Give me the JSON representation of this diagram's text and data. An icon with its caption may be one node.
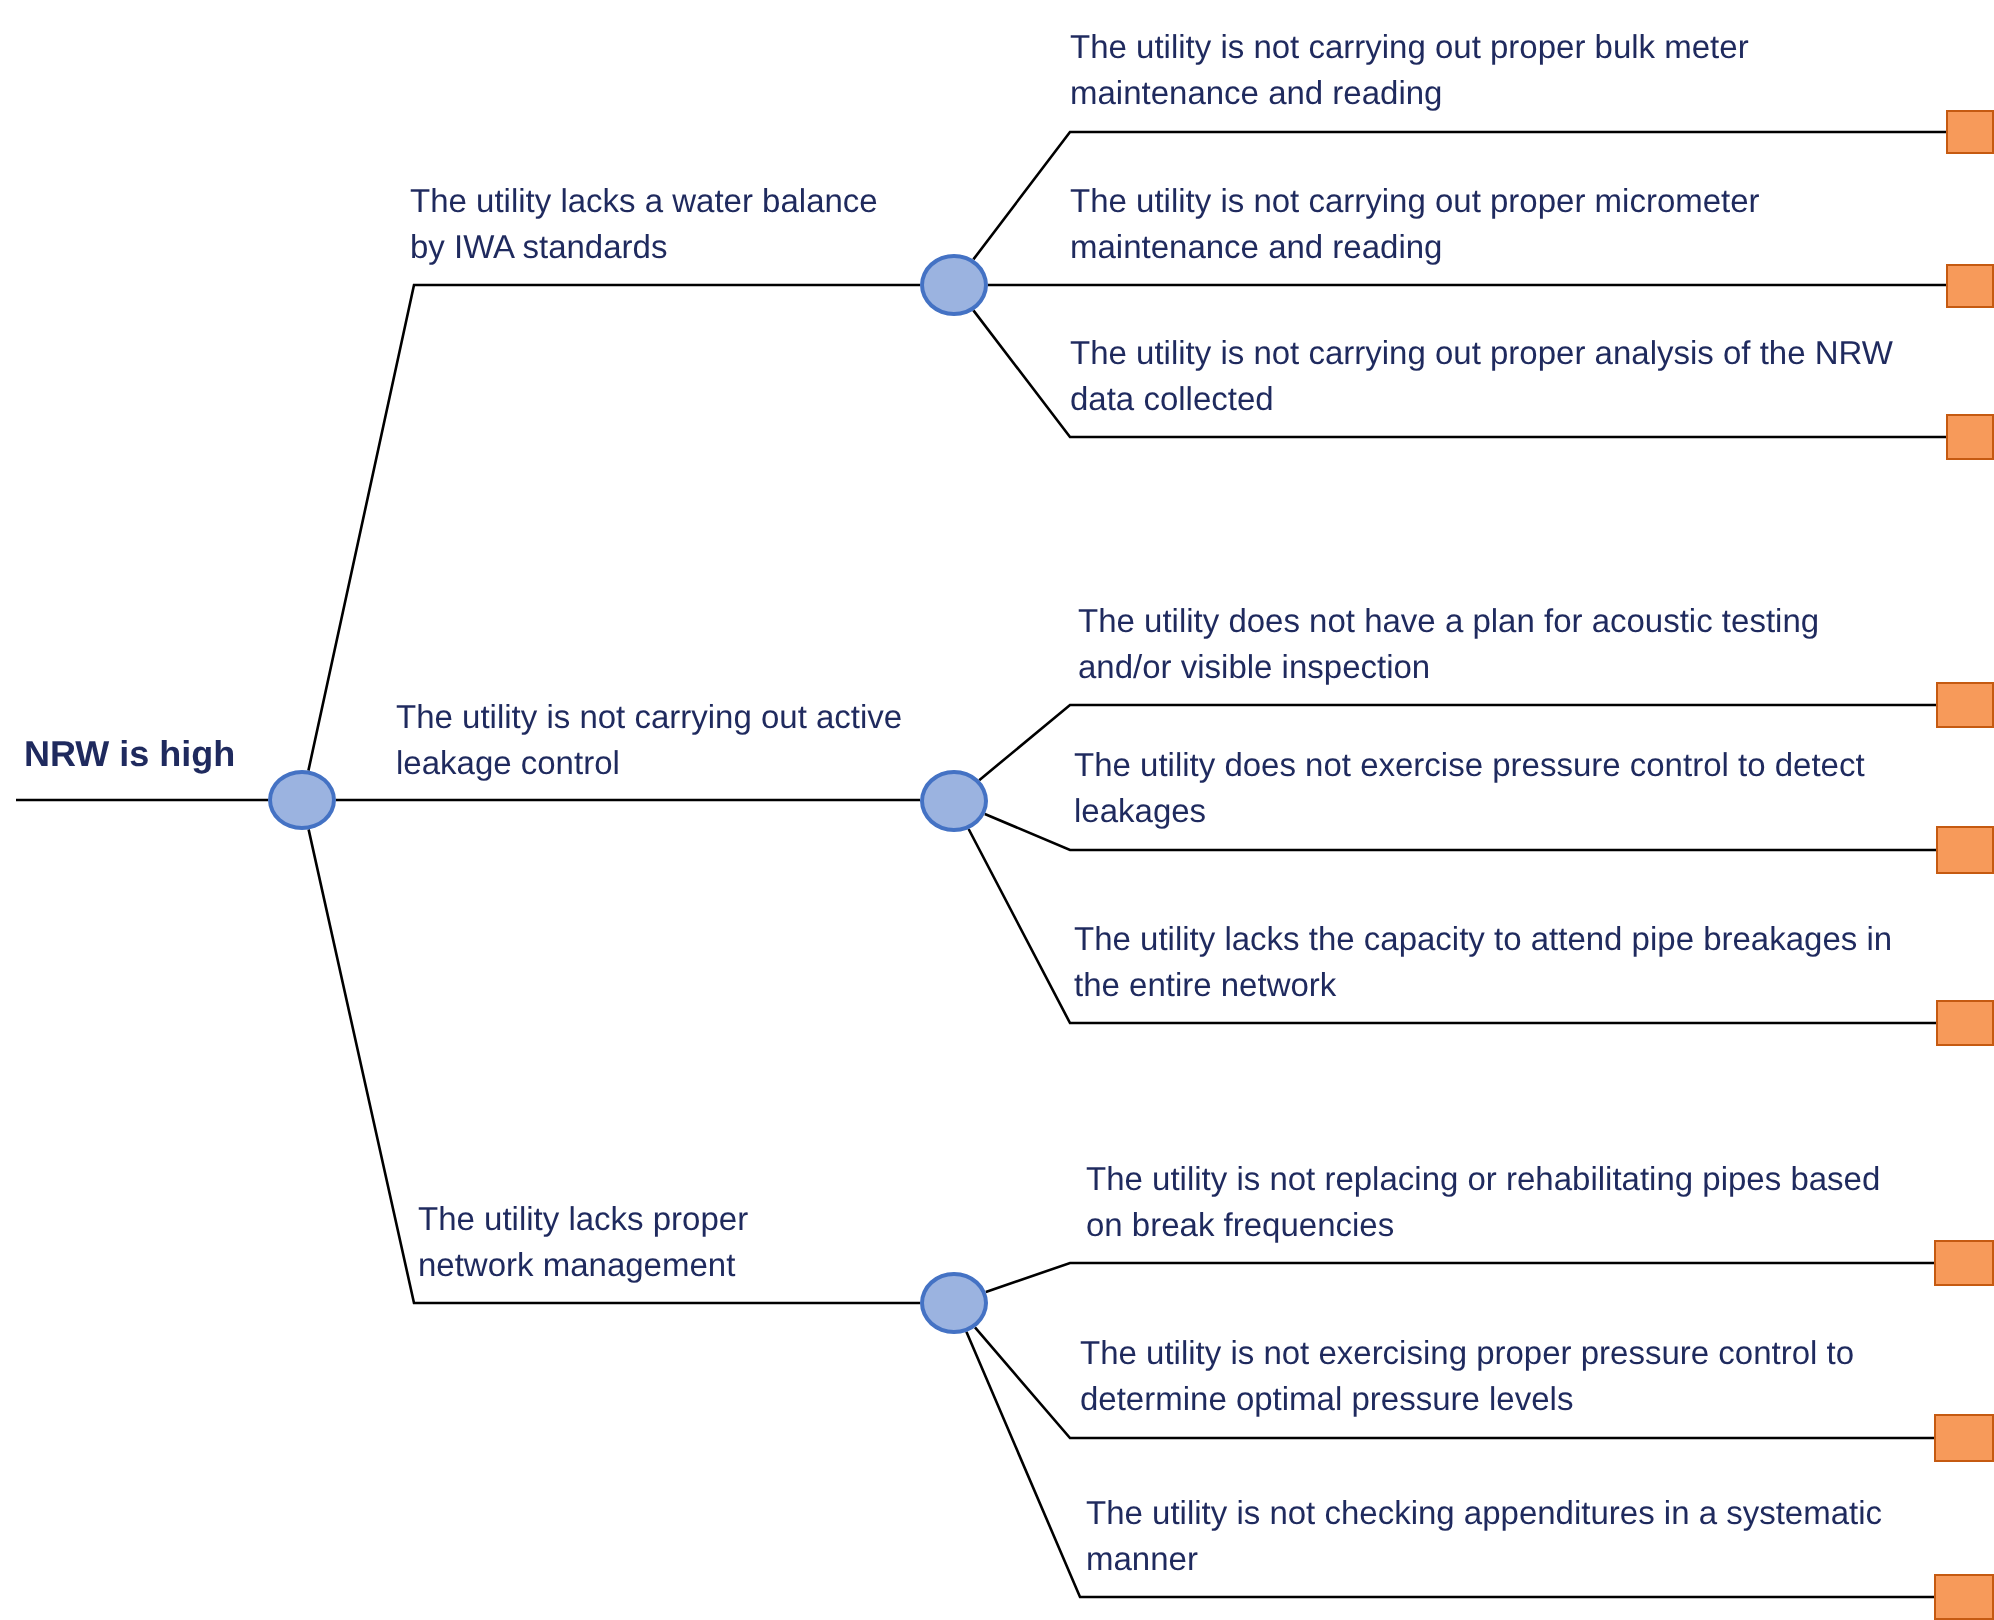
{
  "diagram": {
    "nodes": [
      {
        "text": [
          "NRW is high"
        ]
      },
      {
        "text": [],
        "shape": "circle"
      },
      {
        "text": [],
        "shape": "circle"
      },
      {
        "text": [],
        "shape": "circle"
      },
      {
        "text": [],
        "shape": "circle"
      },
      {
        "text": [],
        "shape": "box"
      },
      {
        "text": [],
        "shape": "box"
      },
      {
        "text": [],
        "shape": "box"
      },
      {
        "text": [],
        "shape": "box"
      },
      {
        "text": [],
        "shape": "box"
      },
      {
        "text": [],
        "shape": "box"
      },
      {
        "text": [],
        "shape": "box"
      },
      {
        "text": [],
        "shape": "box"
      },
      {
        "text": [],
        "shape": "box"
      }
    ],
    "edges": [
      {
        "from": 0,
        "to": 1,
        "arrow": "none"
      },
      {
        "from": 1,
        "to": 2,
        "arrow": "none",
        "label": "The utility lacks a water balance by IWA standards"
      },
      {
        "from": 1,
        "to": 3,
        "arrow": "none",
        "label": "The utility is not carrying out active leakage control"
      },
      {
        "from": 1,
        "to": 4,
        "arrow": "none",
        "label": "The utility lacks proper network management"
      },
      {
        "from": 2,
        "to": 5,
        "arrow": "none",
        "label": "The utility is not carrying out proper bulk meter maintenance and reading"
      },
      {
        "from": 2,
        "to": 6,
        "arrow": "none",
        "label": "The utility is not carrying out proper micrometer maintenance and reading"
      },
      {
        "from": 2,
        "to": 7,
        "arrow": "none",
        "label": "The utility is not carrying out proper analysis of the NRW data collected"
      },
      {
        "from": 3,
        "to": 8,
        "arrow": "none",
        "label": "The utility does not have a plan for acoustic testing and/or visible inspection"
      },
      {
        "from": 3,
        "to": 9,
        "arrow": "none",
        "label": "The utility does not exercise pressure control to detect leakages"
      },
      {
        "from": 3,
        "to": 10,
        "arrow": "none",
        "label": "The utility lacks the capacity to attend pipe breakages in the entire network"
      },
      {
        "from": 4,
        "to": 11,
        "arrow": "none",
        "label": "The utility is not replacing or rehabilitating pipes based on break frequencies"
      },
      {
        "from": 4,
        "to": 12,
        "arrow": "none",
        "label": "The utility is not exercising proper pressure control to determine optimal pressure levels"
      },
      {
        "from": 4,
        "to": 13,
        "arrow": "none",
        "label": "The utility is not checking appenditures in a systematic manner"
      }
    ]
  }
}
